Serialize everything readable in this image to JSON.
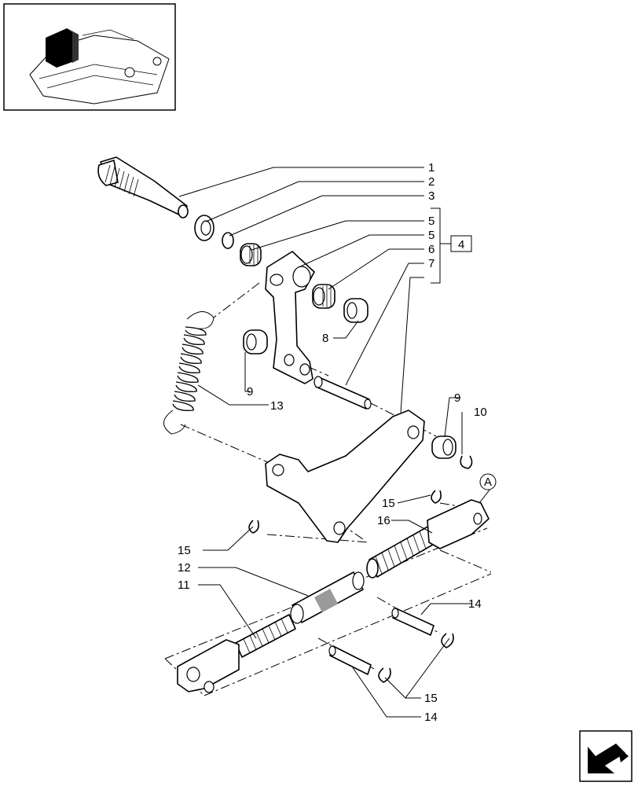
{
  "labels": {
    "l1": "1",
    "l2": "2",
    "l3": "3",
    "l5a": "5",
    "l5b": "5",
    "l4": "4",
    "l6": "6",
    "l7": "7",
    "l8": "8",
    "l9a": "9",
    "l9b": "9",
    "l10": "10",
    "l13": "13",
    "l15a": "15",
    "l15b": "15",
    "l15c": "15",
    "l16": "16",
    "l12": "12",
    "l11": "11",
    "l14a": "14",
    "l14b": "14",
    "lA": "A"
  }
}
